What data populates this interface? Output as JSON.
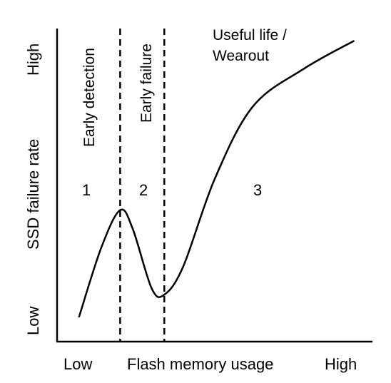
{
  "chart_data": {
    "type": "line",
    "title": "",
    "xlabel": "Flash memory usage",
    "ylabel": "SSD failure rate",
    "x_ticks": [
      "Low",
      "High"
    ],
    "y_ticks": [
      "Low",
      "High"
    ],
    "xlim": [
      0,
      100
    ],
    "ylim": [
      0,
      100
    ],
    "grid": false,
    "series": [
      {
        "values": [
          {
            "x": 7,
            "y": 8
          },
          {
            "x": 14,
            "y": 30
          },
          {
            "x": 20,
            "y": 42
          },
          {
            "x": 24,
            "y": 36
          },
          {
            "x": 30,
            "y": 17
          },
          {
            "x": 34,
            "y": 15
          },
          {
            "x": 40,
            "y": 24
          },
          {
            "x": 50,
            "y": 52
          },
          {
            "x": 62,
            "y": 75
          },
          {
            "x": 78,
            "y": 87
          },
          {
            "x": 94,
            "y": 96
          }
        ]
      }
    ],
    "phase_dividers_x": [
      20,
      34
    ],
    "phases": [
      {
        "number": "1",
        "label": "Early detection",
        "x": 10
      },
      {
        "number": "2",
        "label": "Early failure",
        "x": 27
      },
      {
        "number": "3",
        "label_lines": [
          "Useful life /",
          "Wearout"
        ],
        "x": 60
      }
    ]
  },
  "colors": {
    "line": "#000000",
    "background": "#ffffff"
  }
}
